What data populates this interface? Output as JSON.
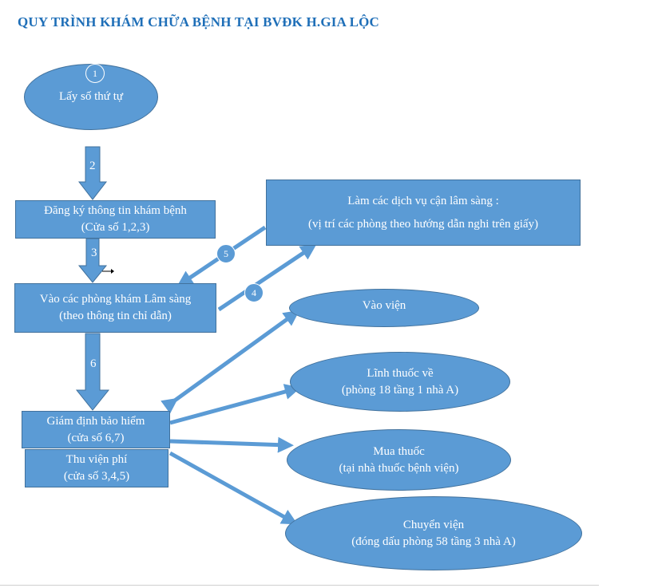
{
  "title": "QUY TRÌNH KHÁM CHỮA BỆNH TẠI BVĐK H.GIA LỘC",
  "colors": {
    "node_fill": "#5b9bd5",
    "node_border": "#41719c",
    "arrow": "#5b9bd5",
    "title": "#1f6fb8",
    "text": "#ffffff"
  },
  "nodes": {
    "lay_so": {
      "line1": "Lấy số thứ tự"
    },
    "dang_ky": {
      "line1": "Đăng ký thông tin khám bệnh",
      "line2": "(Cửa số 1,2,3)"
    },
    "phong_kham": {
      "line1": "Vào các phòng khám Lâm sàng",
      "line2": "(theo thông tin chỉ dẫn)"
    },
    "can_lam_sang": {
      "line1": "Làm các dịch vụ cận lâm sàng :",
      "line2": "(vị trí các phòng theo hướng dẫn nghi trên giấy)"
    },
    "giam_dinh": {
      "line1": "Giám định bảo hiểm",
      "line2": "(cửa số 6,7)"
    },
    "thu_vien_phi": {
      "line1": "Thu viện phí",
      "line2": "(cửa số 3,4,5)"
    },
    "vao_vien": {
      "line1": "Vào viện"
    },
    "linh_thuoc": {
      "line1": "Lĩnh thuốc về",
      "line2": "(phòng 18 tầng 1 nhà A)"
    },
    "mua_thuoc": {
      "line1": "Mua thuốc",
      "line2": "(tại nhà thuốc bệnh viện)"
    },
    "chuyen_vien": {
      "line1": "Chuyển viện",
      "line2": "(đóng dấu phòng 58 tầng 3 nhà A)"
    }
  },
  "steps": {
    "s1": "1",
    "s2": "2",
    "s3": "3",
    "s4": "4",
    "s5": "5",
    "s6": "6"
  }
}
